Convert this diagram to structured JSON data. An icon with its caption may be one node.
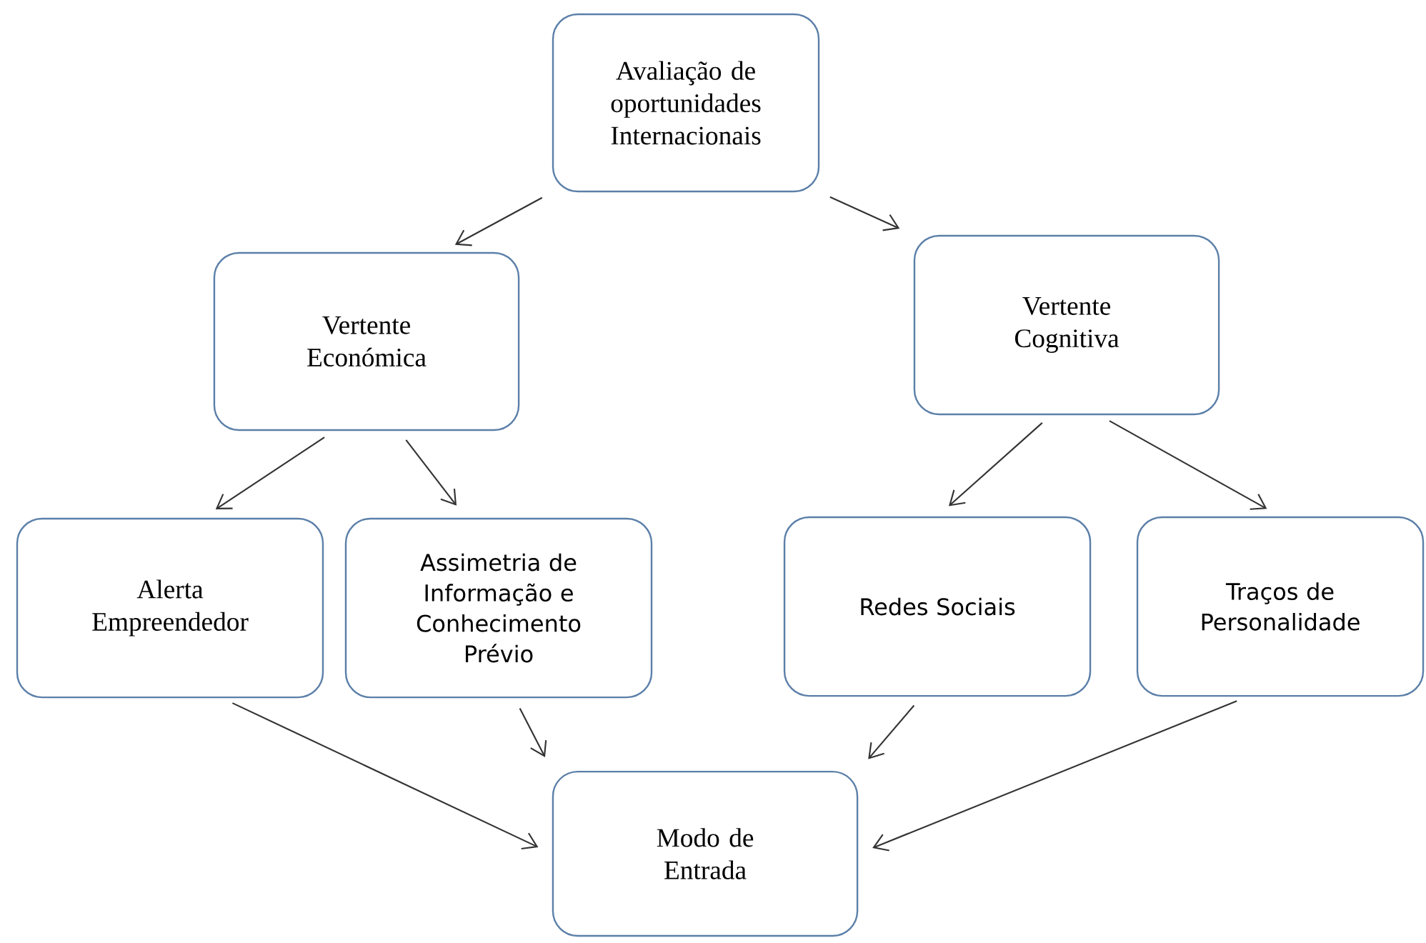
{
  "diagram": {
    "nodes": [
      {
        "text": [
          "Avaliação de oportunidades Internacionais"
        ]
      },
      {
        "text": [
          "Vertente Económica"
        ]
      },
      {
        "text": [
          "Vertente Cognitiva"
        ]
      },
      {
        "text": [
          "Alerta Empreendedor"
        ]
      },
      {
        "text": [
          "Assimetria de Informação e Conhecimento Prévio"
        ]
      },
      {
        "text": [
          "Redes Sociais"
        ]
      },
      {
        "text": [
          "Traços de Personalidade"
        ]
      },
      {
        "text": [
          "Modo de Entrada"
        ]
      }
    ],
    "edges": [
      {
        "from": 0,
        "to": 1,
        "arrow": "to"
      },
      {
        "from": 0,
        "to": 2,
        "arrow": "to"
      },
      {
        "from": 1,
        "to": 3,
        "arrow": "to"
      },
      {
        "from": 1,
        "to": 4,
        "arrow": "to"
      },
      {
        "from": 2,
        "to": 5,
        "arrow": "to"
      },
      {
        "from": 2,
        "to": 6,
        "arrow": "to"
      },
      {
        "from": 3,
        "to": 7,
        "arrow": "to"
      },
      {
        "from": 4,
        "to": 7,
        "arrow": "to"
      },
      {
        "from": 5,
        "to": 7,
        "arrow": "to"
      },
      {
        "from": 6,
        "to": 7,
        "arrow": "to"
      }
    ]
  }
}
